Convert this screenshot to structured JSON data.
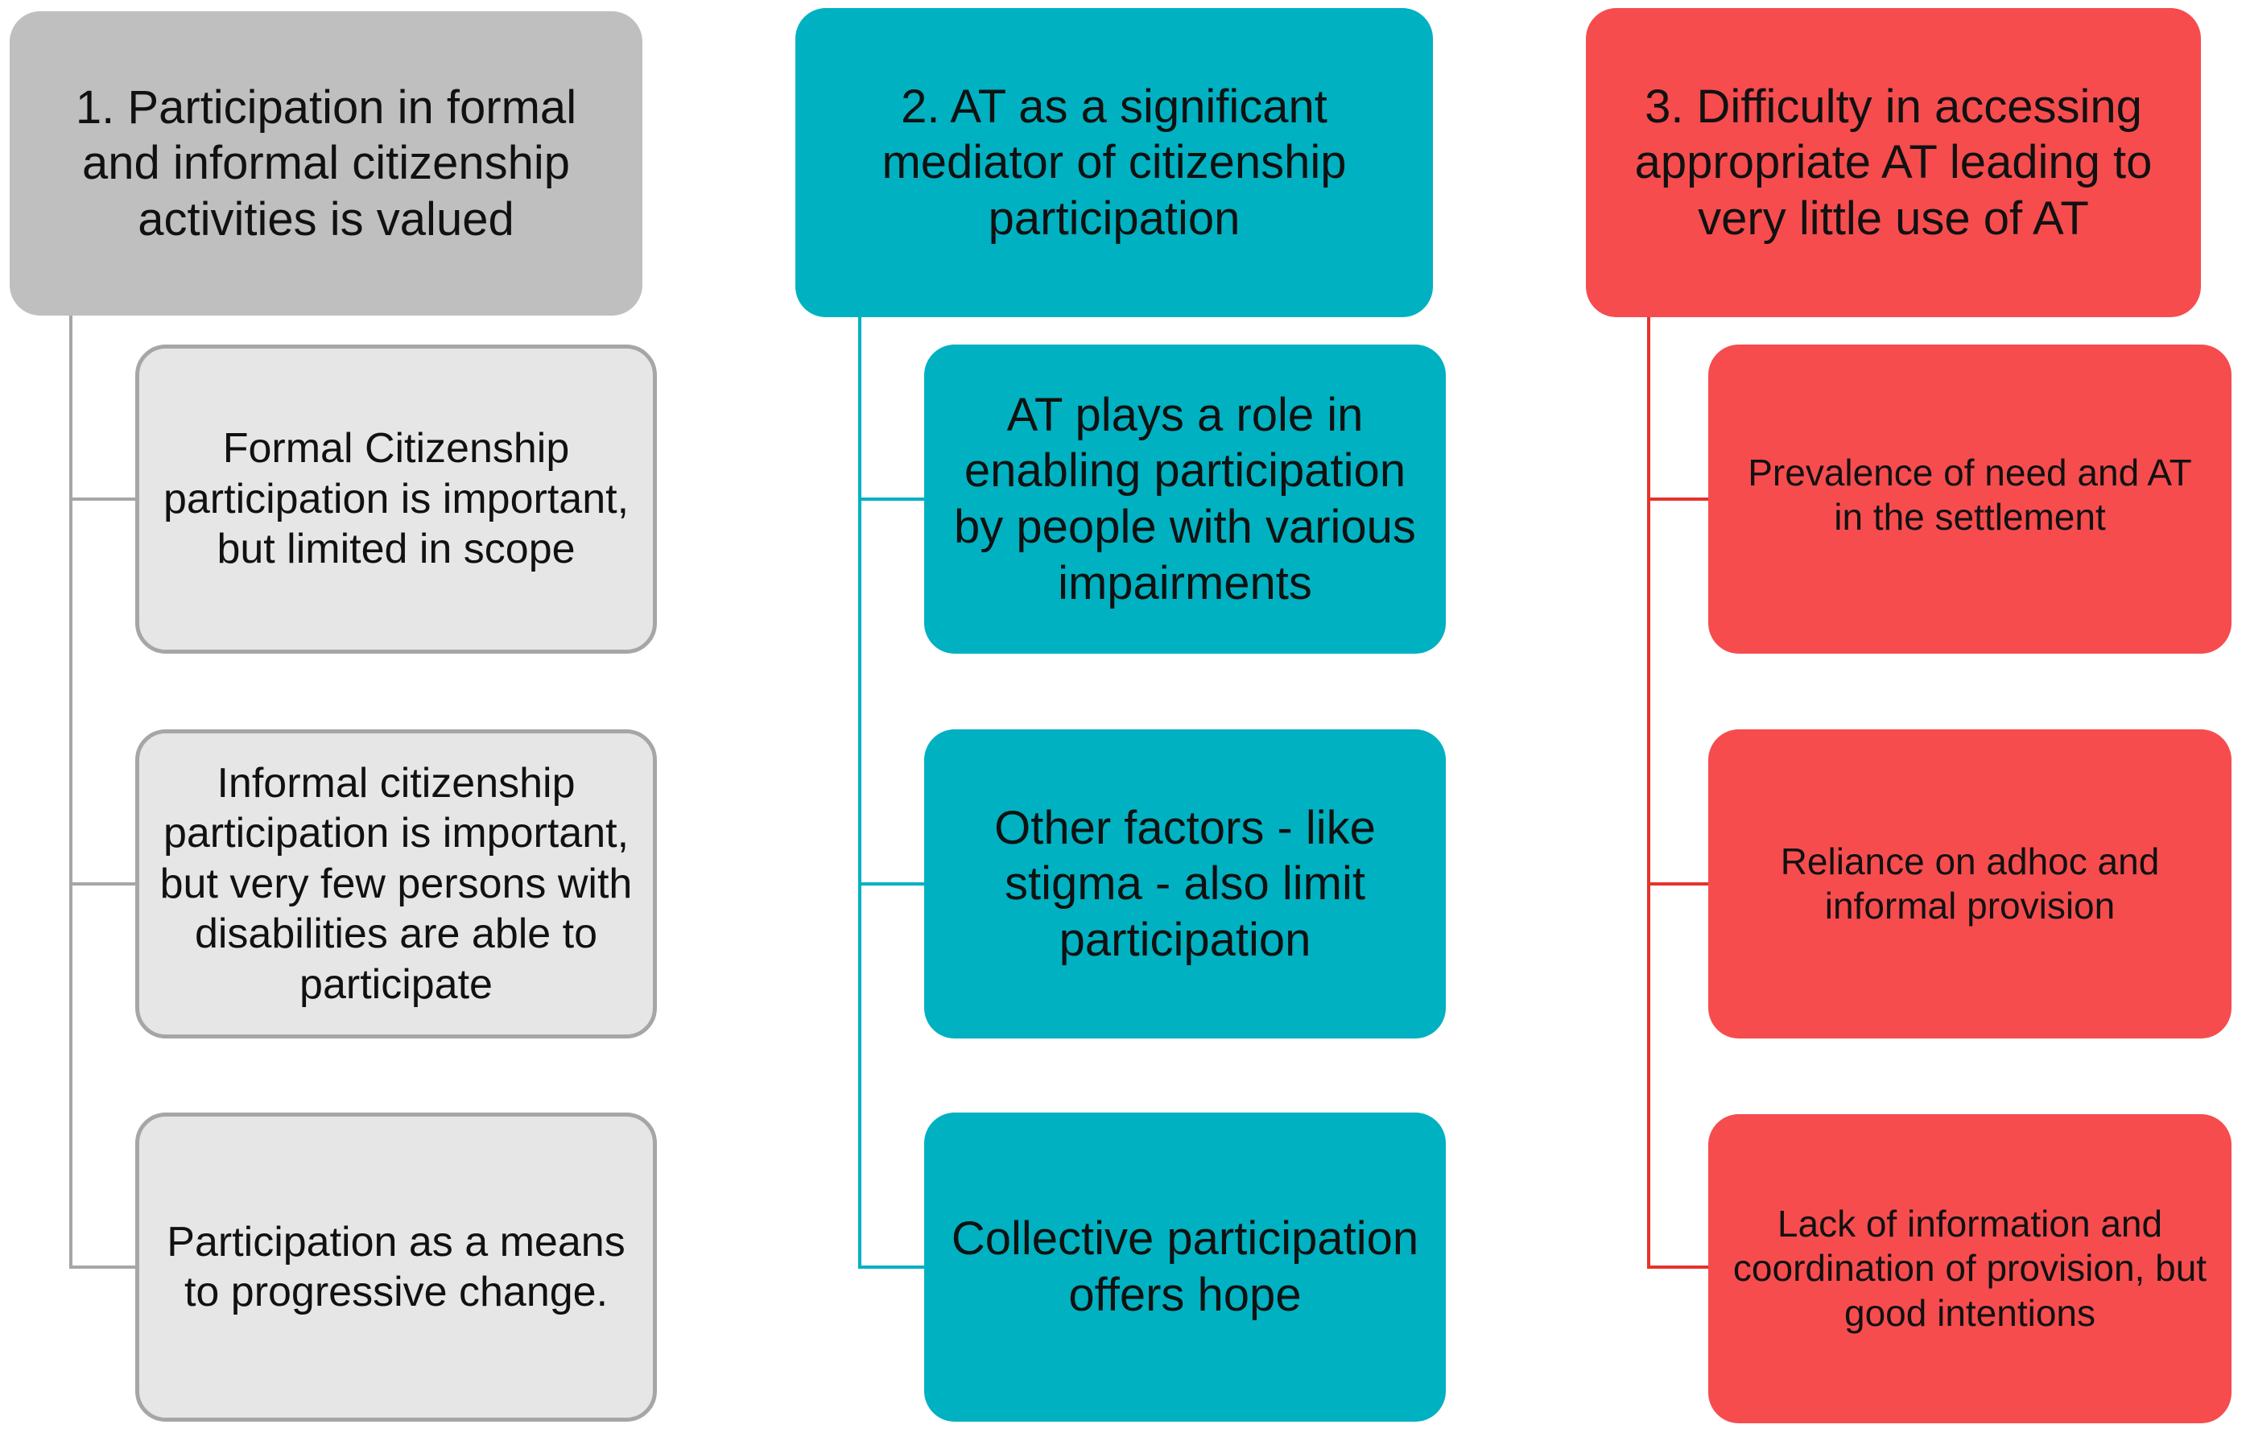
{
  "columns": [
    {
      "header": "1. Participation in formal and informal citizenship activities is valued",
      "items": [
        "Formal Citizenship participation is important, but limited in scope",
        "Informal citizenship participation is important, but very few persons with disabilities are able to  participate",
        "Participation as a means to progressive change."
      ]
    },
    {
      "header": "2. AT as a significant mediator of citizenship participation",
      "items": [
        "AT plays a role in enabling participation by people with various impairments",
        "Other factors - like stigma - also limit participation",
        "Collective participation offers hope"
      ]
    },
    {
      "header": "3. Difficulty in accessing appropriate AT leading to very little use of AT",
      "items": [
        "Prevalence of need and AT in the settlement",
        "Reliance on adhoc and informal provision",
        "Lack of information and coordination of provision, but good intentions"
      ]
    }
  ],
  "colors": {
    "grey_header": "#bfbfbf",
    "grey_box": "#e6e6e6",
    "teal": "#00b1c1",
    "red": "#f64c4e",
    "red_line": "#e5332a"
  }
}
